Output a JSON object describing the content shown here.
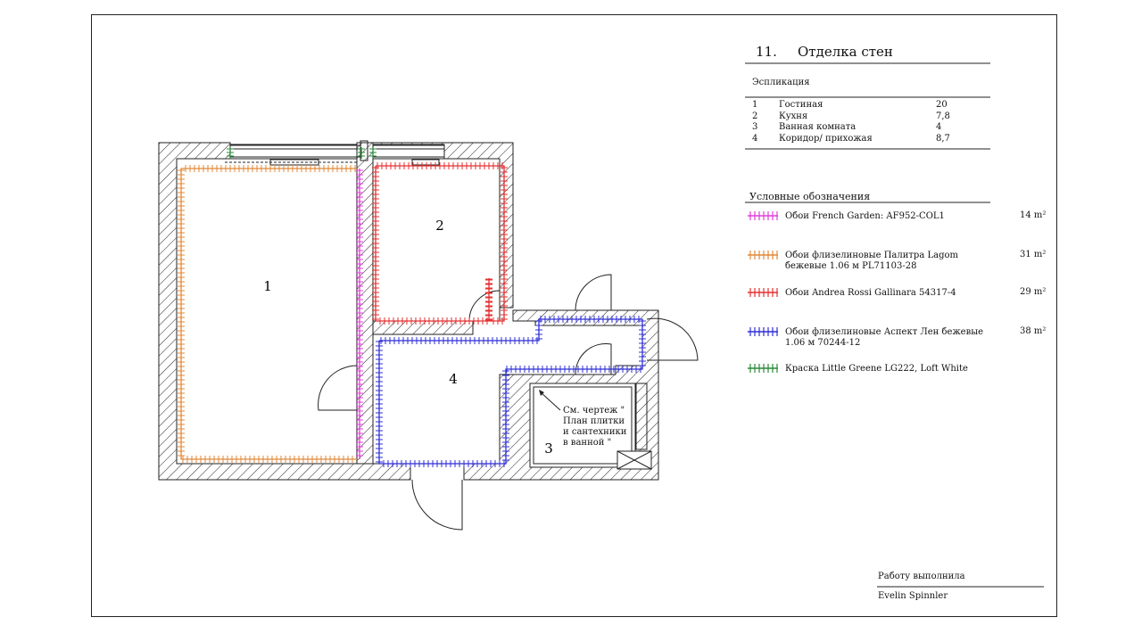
{
  "header": {
    "number": "11.",
    "title": "Отделка стен"
  },
  "explication": {
    "title": "Эспликация",
    "rows": [
      {
        "num": "1",
        "name": "Гостиная",
        "area": "20"
      },
      {
        "num": "2",
        "name": "Кухня",
        "area": "7,8"
      },
      {
        "num": "3",
        "name": "Ванная комната",
        "area": "4"
      },
      {
        "num": "4",
        "name": "Коридор/ прихожая",
        "area": "8,7"
      }
    ]
  },
  "legend": {
    "title": "Условные обозначения",
    "items": [
      {
        "color": "#e040d8",
        "label": "Обои French Garden: AF952-COL1",
        "area": "14 m²"
      },
      {
        "color": "#e08a3a",
        "label": "Обои флизелиновые Палитра Lagom бежевые 1.06 м PL71103-28",
        "area": "31 m²"
      },
      {
        "color": "#e53030",
        "label": "Обои Andrea Rossi Gallinara 54317-4",
        "area": "29 m²"
      },
      {
        "color": "#2f2fd8",
        "label": "Обои флизелиновые Аспект Лен бежевые 1.06 м 70244-12",
        "area": "38 m²"
      },
      {
        "color": "#2a8a3a",
        "label": "Краска Little Greene LG222, Loft White",
        "area": ""
      }
    ]
  },
  "plan": {
    "rooms": [
      {
        "num": "1"
      },
      {
        "num": "2"
      },
      {
        "num": "3"
      },
      {
        "num": "4"
      }
    ],
    "note": "См. чертеж \" План плитки и сантехники в ванной \""
  },
  "signature": {
    "label": "Работу выполнила",
    "name": "Evelin Spinnler"
  }
}
